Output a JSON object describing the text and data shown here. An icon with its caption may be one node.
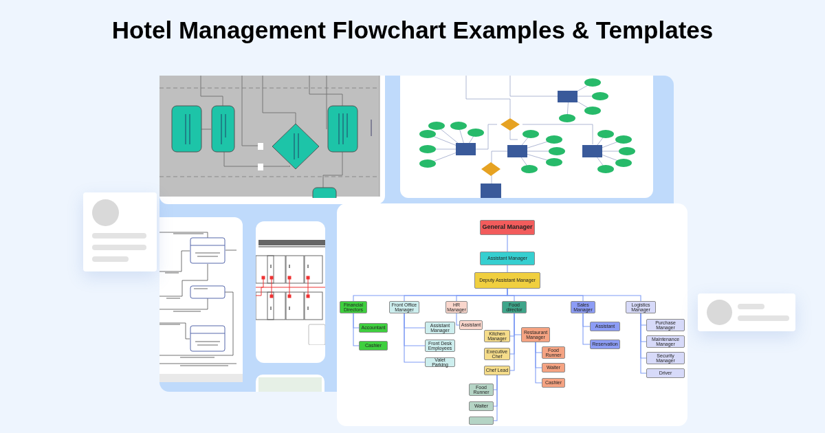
{
  "diagram": {
    "title": "Hotel Management Flowchart Examples & Templates",
    "nodes": [
      {
        "text": [
          "General Manager"
        ]
      },
      {
        "text": [
          "Assistant Manager"
        ]
      },
      {
        "text": [
          "Deputy Assistant Manager"
        ]
      },
      {
        "text": [
          "Financial Directors"
        ]
      },
      {
        "text": [
          "Front Office Manager"
        ]
      },
      {
        "text": [
          "HR Manager"
        ]
      },
      {
        "text": [
          "Food director"
        ]
      },
      {
        "text": [
          "Sales Manager"
        ]
      },
      {
        "text": [
          "Logistics Manager"
        ]
      },
      {
        "text": [
          "Accountant"
        ]
      },
      {
        "text": [
          "Cashier"
        ]
      },
      {
        "text": [
          "Assistant Manager"
        ]
      },
      {
        "text": [
          "Front Desk Employees"
        ]
      },
      {
        "text": [
          "Valet Parking"
        ]
      },
      {
        "text": [
          "Assistant"
        ]
      },
      {
        "text": [
          "Kitchen Manager"
        ]
      },
      {
        "text": [
          "Executive Chef"
        ]
      },
      {
        "text": [
          "Chef Lead"
        ]
      },
      {
        "text": [
          "Restaurant Manager"
        ]
      },
      {
        "text": [
          "Food Runner"
        ]
      },
      {
        "text": [
          "Waiter"
        ]
      },
      {
        "text": [
          "Cashier"
        ]
      },
      {
        "text": [
          "Assistant"
        ]
      },
      {
        "text": [
          "Reservation"
        ]
      },
      {
        "text": [
          "Purchase Manager"
        ]
      },
      {
        "text": [
          "Maintenance Manager"
        ]
      },
      {
        "text": [
          "Security Manager"
        ]
      },
      {
        "text": [
          "Driver"
        ]
      },
      {
        "text": [
          "Food Runner"
        ]
      },
      {
        "text": [
          "Waiter"
        ]
      },
      {
        "text": [],
        "shape": "box"
      }
    ],
    "edges": [
      {
        "from": 0,
        "to": 1,
        "arrow": "none"
      },
      {
        "from": 1,
        "to": 2,
        "arrow": "none"
      },
      {
        "from": 2,
        "to": 3,
        "arrow": "none"
      },
      {
        "from": 2,
        "to": 4,
        "arrow": "none"
      },
      {
        "from": 2,
        "to": 5,
        "arrow": "none"
      },
      {
        "from": 2,
        "to": 6,
        "arrow": "none"
      },
      {
        "from": 2,
        "to": 7,
        "arrow": "none"
      },
      {
        "from": 2,
        "to": 8,
        "arrow": "none"
      },
      {
        "from": 3,
        "to": 9,
        "arrow": "none"
      },
      {
        "from": 3,
        "to": 10,
        "arrow": "none"
      },
      {
        "from": 4,
        "to": 11,
        "arrow": "none"
      },
      {
        "from": 4,
        "to": 12,
        "arrow": "none"
      },
      {
        "from": 4,
        "to": 13,
        "arrow": "none"
      },
      {
        "from": 5,
        "to": 14,
        "arrow": "none"
      },
      {
        "from": 6,
        "to": 15,
        "arrow": "none"
      },
      {
        "from": 6,
        "to": 16,
        "arrow": "none"
      },
      {
        "from": 6,
        "to": 17,
        "arrow": "none"
      },
      {
        "from": 6,
        "to": 18,
        "arrow": "none"
      },
      {
        "from": 18,
        "to": 19,
        "arrow": "none"
      },
      {
        "from": 18,
        "to": 20,
        "arrow": "none"
      },
      {
        "from": 18,
        "to": 21,
        "arrow": "none"
      },
      {
        "from": 7,
        "to": 22,
        "arrow": "none"
      },
      {
        "from": 7,
        "to": 23,
        "arrow": "none"
      },
      {
        "from": 8,
        "to": 24,
        "arrow": "none"
      },
      {
        "from": 8,
        "to": 25,
        "arrow": "none"
      },
      {
        "from": 8,
        "to": 26,
        "arrow": "none"
      },
      {
        "from": 8,
        "to": 27,
        "arrow": "none"
      },
      {
        "from": 17,
        "to": 28,
        "arrow": "none"
      },
      {
        "from": 17,
        "to": 29,
        "arrow": "none"
      },
      {
        "from": 17,
        "to": 30,
        "arrow": "none"
      }
    ]
  }
}
